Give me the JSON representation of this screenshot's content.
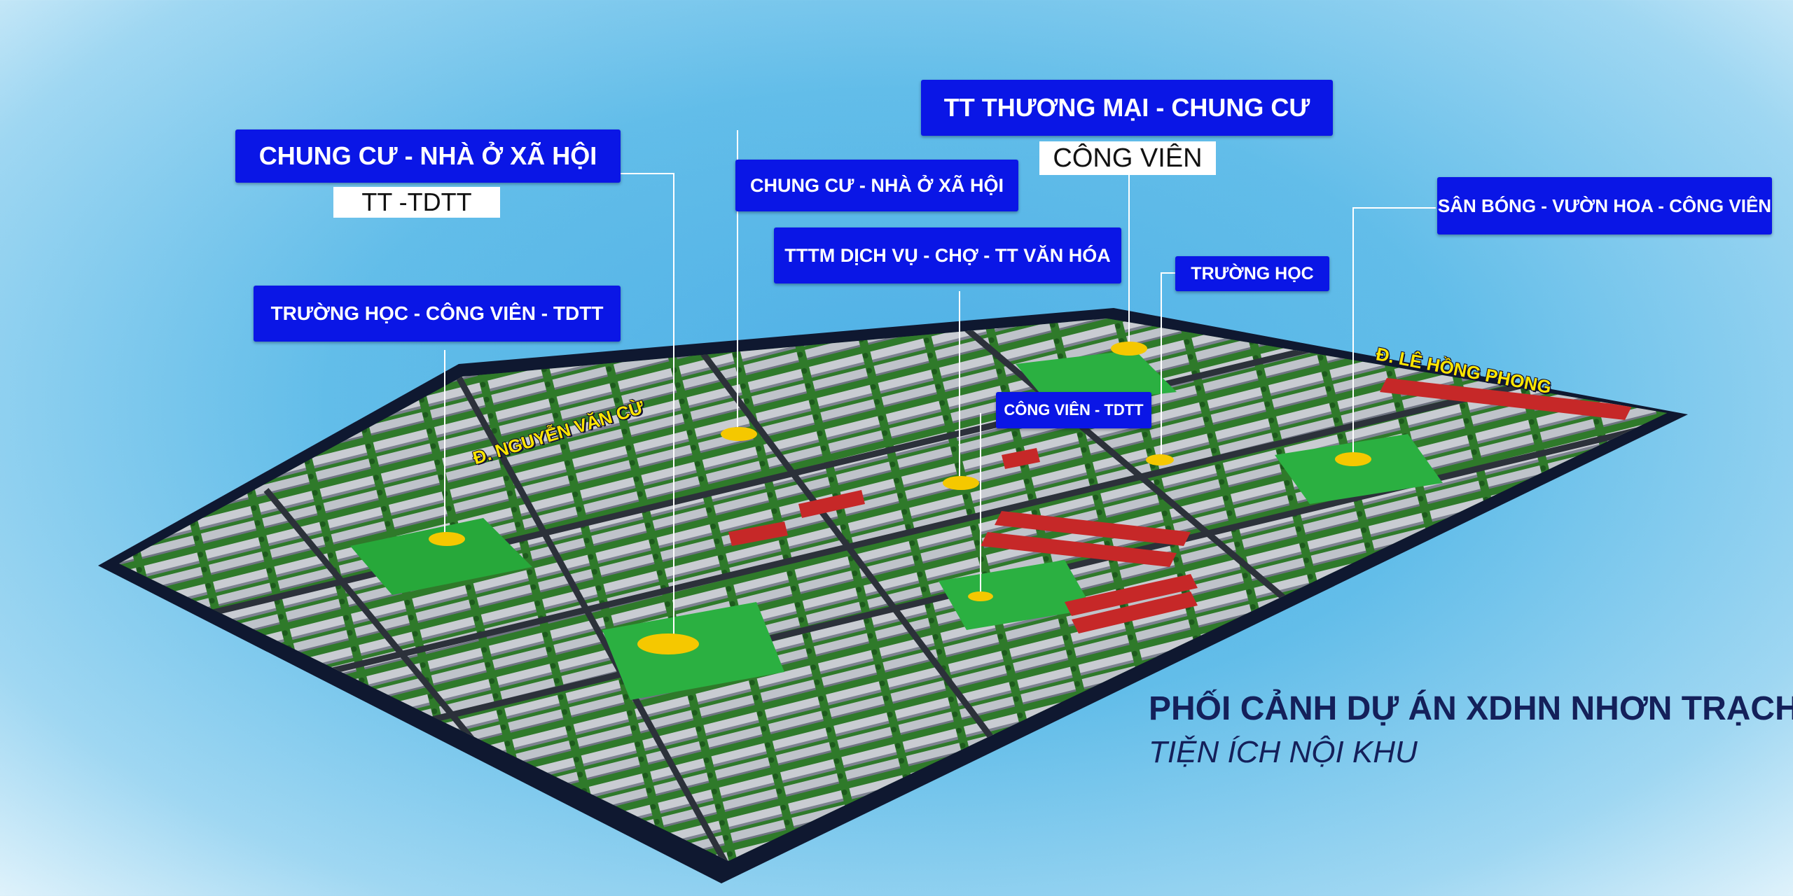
{
  "labels": {
    "housing_left": "CHUNG CƯ - NHÀ Ở XÃ HỘI",
    "sports_center": "TT -TDTT",
    "school_park_left": "TRƯỜNG HỌC - CÔNG VIÊN - TDTT",
    "housing_mid": "CHUNG CƯ - NHÀ Ở XÃ HỘI",
    "services_market": "TTTM DỊCH VỤ - CHỢ - TT VĂN HÓA",
    "commercial_top": "TT THƯƠNG MẠI - CHUNG CƯ",
    "park_top": "CÔNG VIÊN",
    "school_right": "TRƯỜNG HỌC",
    "park_sports": "CÔNG VIÊN - TDTT",
    "football_right": "SÂN BÓNG - VƯỜN HOA - CÔNG VIÊN"
  },
  "roads": {
    "nguyen_van_cu": "Đ. NGUYỄN VĂN CỪ",
    "le_hong_phong": "Đ. LÊ HỒNG PHONG"
  },
  "caption": {
    "title": "PHỐI CẢNH DỰ ÁN XDHN NHƠN TRẠCH",
    "subtitle": "TIỆN ÍCH NỘI KHU"
  },
  "colors": {
    "label_bg": "#0a16e6",
    "marker": "#f5c800",
    "road_text": "#ffe600",
    "green_space": "#1f9a2e"
  }
}
